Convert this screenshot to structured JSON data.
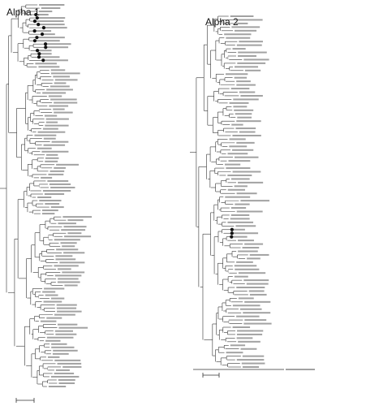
{
  "panels": {
    "left": {
      "title": "Alpha 1"
    },
    "right": {
      "title": "Alpha 2"
    }
  },
  "colors": {
    "branch": "#333333",
    "light_branch": "#9a9a9a",
    "leaf_label": "#555555",
    "marker": "#111111"
  },
  "trees": {
    "left": {
      "leaf_count": 118,
      "filled_markers_at_leaves": [
        3,
        4,
        5,
        6,
        7,
        8,
        9,
        10,
        11,
        12,
        13,
        14,
        15,
        16,
        17
      ]
    },
    "right": {
      "leaf_count": 98,
      "filled_markers_at_leaves": [
        59,
        60,
        61
      ]
    }
  }
}
